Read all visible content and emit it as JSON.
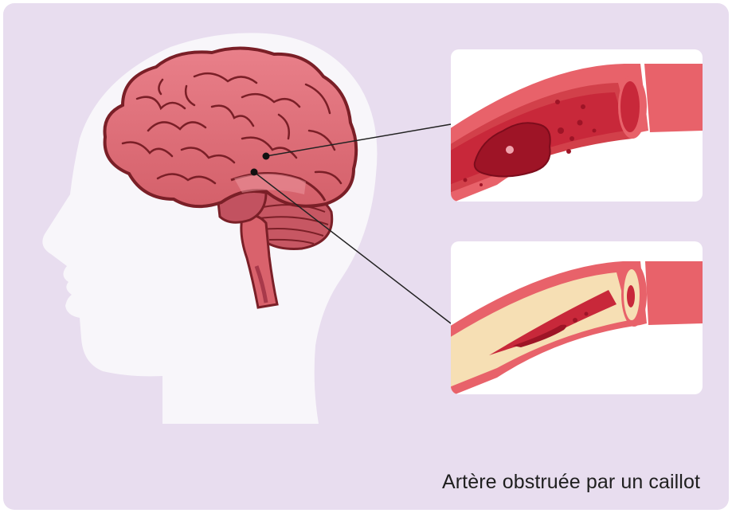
{
  "caption": "Artère obstruée par un caillot",
  "colors": {
    "background": "#e8ddef",
    "silhouette": "#f8f6fa",
    "brain": "#e2737a",
    "brain_outline": "#7a1f27",
    "artery_wall": "#e8626a",
    "blood": "#c8283a",
    "plaque": "#f6dfb4",
    "connector": "#222222"
  },
  "icons": [
    "head-silhouette",
    "brain",
    "clot-artery",
    "plaque-artery"
  ]
}
